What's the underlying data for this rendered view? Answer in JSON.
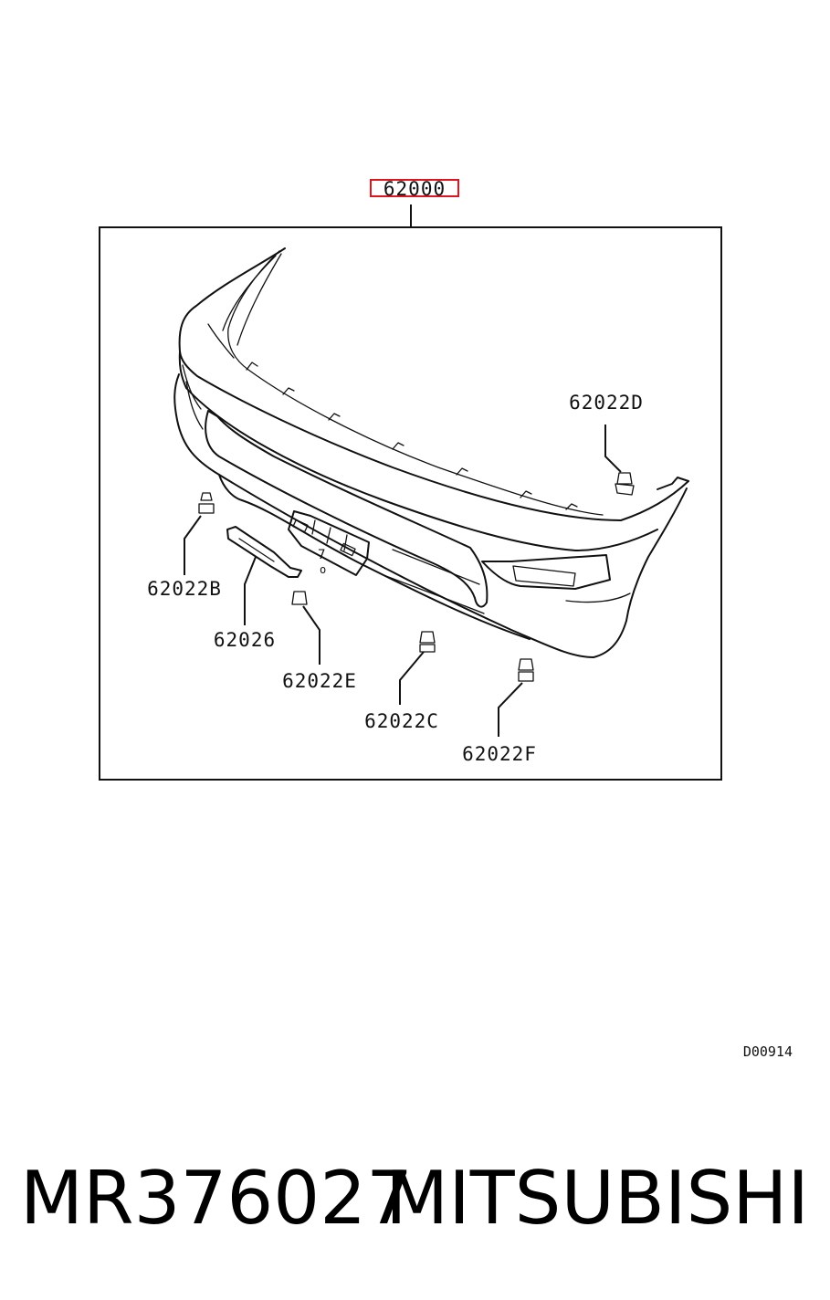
{
  "diagram": {
    "main_part": "62000",
    "highlight_color": "#e0141e",
    "callouts": {
      "d": "62022D",
      "b": "62022B",
      "p26": "62026",
      "e": "62022E",
      "c": "62022C",
      "f": "62022F"
    },
    "drawing_code": "D00914"
  },
  "footer": {
    "part_number": "MR376027",
    "brand": "MITSUBISHI"
  }
}
